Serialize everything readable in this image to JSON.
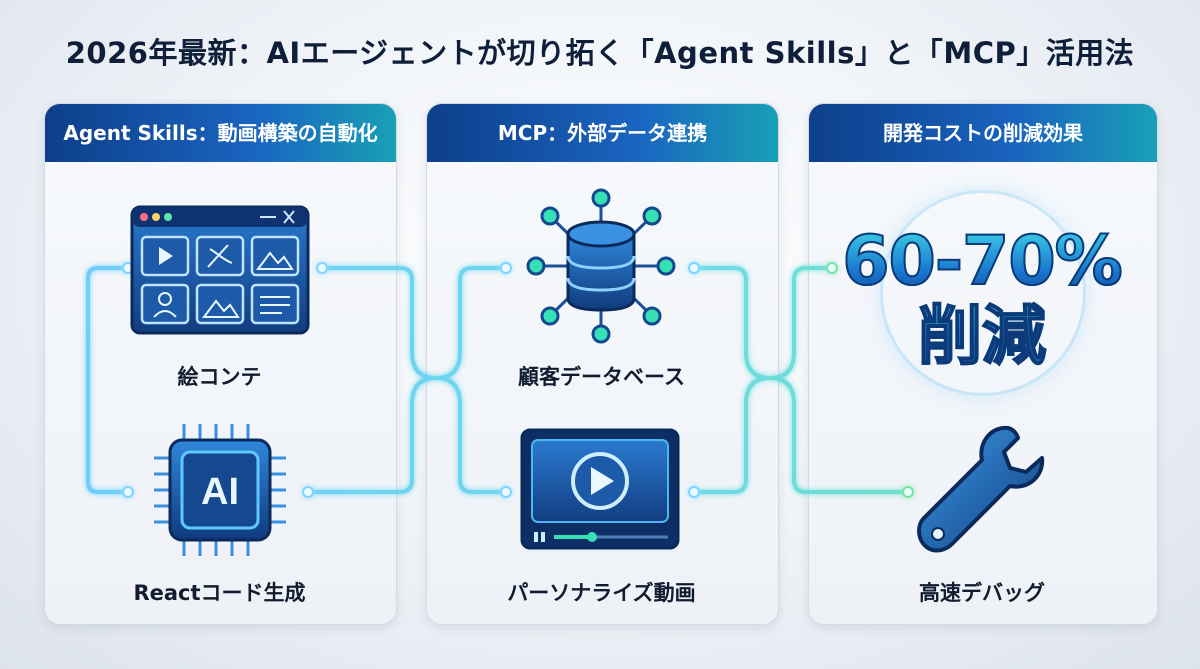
{
  "title": "2026年最新：AIエージェントが切り拓く「Agent Skills」と「MCP」活用法",
  "panels": [
    {
      "heading": "Agent Skills：動画構築の自動化",
      "items": [
        {
          "label": "絵コンテ",
          "icon": "storyboard-window-icon"
        },
        {
          "label": "Reactコード生成",
          "icon": "ai-chip-icon"
        }
      ]
    },
    {
      "heading": "MCP：外部データ連携",
      "items": [
        {
          "label": "顧客データベース",
          "icon": "database-network-icon"
        },
        {
          "label": "パーソナライズ動画",
          "icon": "video-player-icon"
        }
      ]
    },
    {
      "heading": "開発コストの削減効果",
      "stat": {
        "value": "60-70%",
        "unit": "削減"
      },
      "items": [
        {
          "label": "高速デバッグ",
          "icon": "wrench-icon"
        }
      ]
    }
  ],
  "chip_text": "AI",
  "colors": {
    "header_start": "#0d3f8a",
    "header_end": "#18a0b6",
    "wire_blue": "#5fc8ff",
    "wire_green": "#5fe6a8",
    "icon_dark": "#143b7a"
  }
}
